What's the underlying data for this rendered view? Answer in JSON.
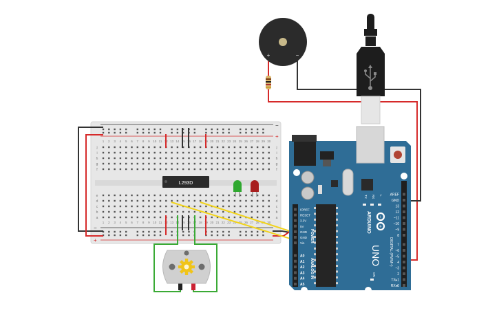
{
  "breadboard": {
    "top_rail_minus": "−",
    "top_rail_plus": "+",
    "bottom_rail_minus": "−",
    "bottom_rail_plus": "+",
    "column_numbers": [
      "1",
      "2",
      "3",
      "4",
      "5",
      "6",
      "7",
      "8",
      "9",
      "10",
      "11",
      "12",
      "13",
      "14",
      "15",
      "16",
      "17",
      "18",
      "19",
      "20",
      "21",
      "22",
      "23",
      "24",
      "25",
      "26",
      "27",
      "28",
      "29",
      "30"
    ],
    "row_letters_top": [
      "j",
      "i",
      "h",
      "g",
      "f"
    ],
    "row_letters_bottom": [
      "e",
      "d",
      "c",
      "b",
      "a"
    ]
  },
  "chip": {
    "label": "L293D"
  },
  "buzzer": {
    "plus": "+",
    "minus": "−"
  },
  "arduino": {
    "brand": "ARDUINO",
    "model": "UNO",
    "digital_label": "DIGITAL (PWM~)",
    "analog_label": "ANALOG IN",
    "power_label": "POWER",
    "power_pins": [
      "IOREF",
      "RESET",
      "3.3V",
      "5V",
      "GND",
      "GND",
      "Vin"
    ],
    "analog_pins": [
      "A0",
      "A1",
      "A2",
      "A3",
      "A4",
      "A5"
    ],
    "digital_pins": [
      "AREF",
      "GND",
      "13",
      "12",
      "~11",
      "~10",
      "~9",
      "8",
      "7",
      "~6",
      "~5",
      "4",
      "~3",
      "2",
      "TX▸1",
      "RX◂0"
    ],
    "led_labels": [
      "TX",
      "RX",
      "L"
    ],
    "on_label": "ON"
  },
  "colors": {
    "board_blue": "#2f6d96",
    "wire_red": "#d62a2a",
    "wire_black": "#333333",
    "wire_yellow": "#f1d31a",
    "wire_green": "#3aaa35",
    "breadboard_bg": "#e7e7e7"
  }
}
